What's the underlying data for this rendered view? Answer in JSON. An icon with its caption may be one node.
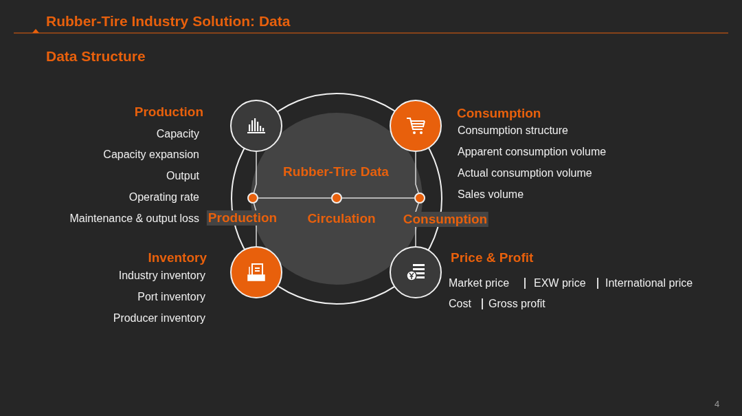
{
  "diagram": {
    "title": "Rubber-Tire Industry Solution: Data",
    "nodes": [
      {
        "text": [],
        "shape": "circle",
        "beside": [
          "Production",
          "Capacity",
          "Capacity expansion",
          "Output",
          "Operating rate",
          "Maintenance & output loss"
        ]
      },
      {
        "text": [],
        "shape": "circle",
        "beside": [
          "Consumption",
          "Consumption structure",
          "Apparent consumption volume",
          "Actual consumption volume",
          "Sales volume"
        ]
      },
      {
        "text": [],
        "shape": "circle",
        "beside": [
          "Production"
        ]
      },
      {
        "text": [],
        "shape": "circle",
        "beside": [
          "Circulation"
        ]
      },
      {
        "text": [],
        "shape": "circle",
        "beside": [
          "Consumption"
        ]
      },
      {
        "text": [],
        "shape": "circle",
        "beside": [
          "Inventory",
          "Industry inventory",
          "Port inventory",
          "Producer inventory"
        ]
      },
      {
        "text": [],
        "shape": "circle",
        "beside": [
          "Price & Profit",
          "Market price",
          "EXW price",
          "International price",
          "Cost",
          "Gross profit"
        ]
      }
    ],
    "edges": [
      {
        "from": 0,
        "to": 2,
        "arrow": "none"
      },
      {
        "from": 1,
        "to": 4,
        "arrow": "none"
      },
      {
        "from": 2,
        "to": 3,
        "arrow": "none"
      },
      {
        "from": 3,
        "to": 4,
        "arrow": "none"
      },
      {
        "from": 5,
        "to": 2,
        "arrow": "none"
      },
      {
        "from": 6,
        "to": 4,
        "arrow": "none"
      }
    ],
    "labels": [
      "Data Structure",
      "Rubber-Tire Data",
      "4"
    ]
  }
}
